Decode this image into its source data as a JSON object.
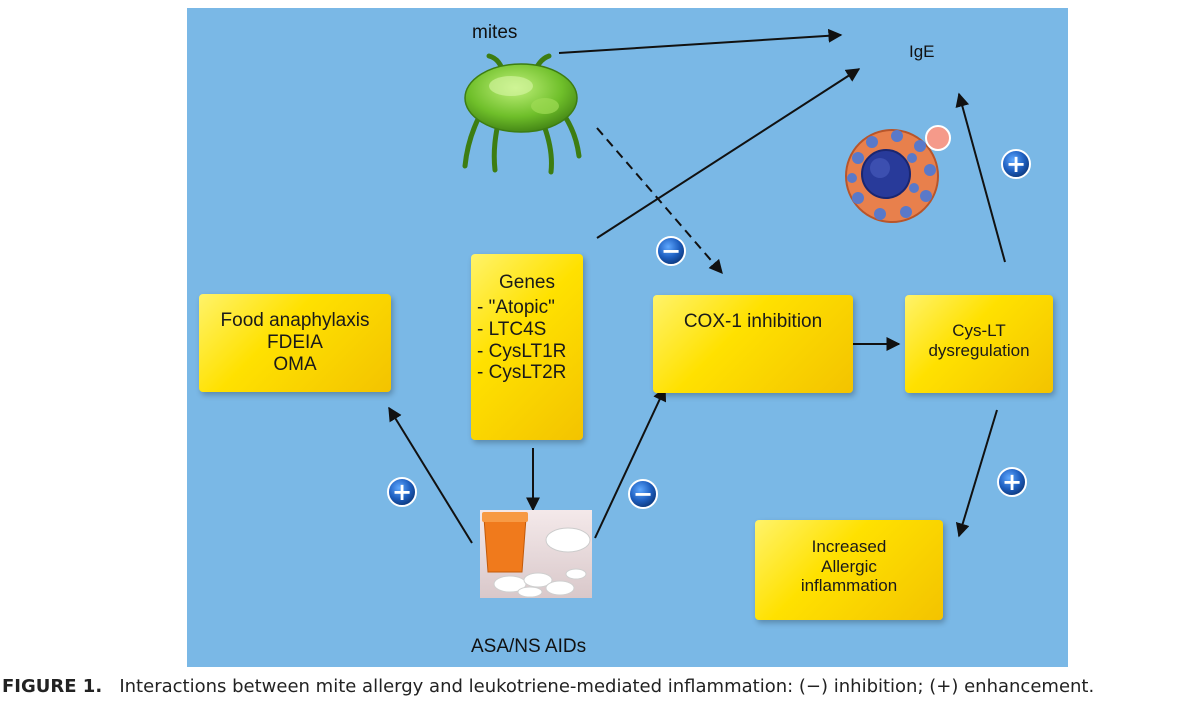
{
  "diagram": {
    "background_color": "#7ab8e6",
    "box_color": "#ffe100",
    "labels": {
      "mites": "mites",
      "ige": "IgE",
      "drugs": "ASA/NS AIDs"
    },
    "boxes": {
      "food": [
        "Food anaphylaxis",
        "FDEIA",
        "OMA"
      ],
      "genes": [
        "Genes",
        "- \"Atopic\"",
        "- LTC4S",
        "- CysLT1R",
        "- CysLT2R"
      ],
      "cox": [
        "COX-1 inhibition"
      ],
      "cyslt": [
        "Cys-LT",
        "dysregulation"
      ],
      "inflammation": [
        "Increased",
        "Allergic",
        "inflammation"
      ]
    },
    "symbols": {
      "plus": "+",
      "minus": "−"
    },
    "icons": [
      "mite-icon",
      "mast-cell-icon",
      "pills-icon"
    ]
  },
  "caption": {
    "figure_label": "FIGURE 1.",
    "text": "Interactions between mite allergy and leukotriene-mediated inflammation: (−) inhibition; (+) enhancement."
  }
}
